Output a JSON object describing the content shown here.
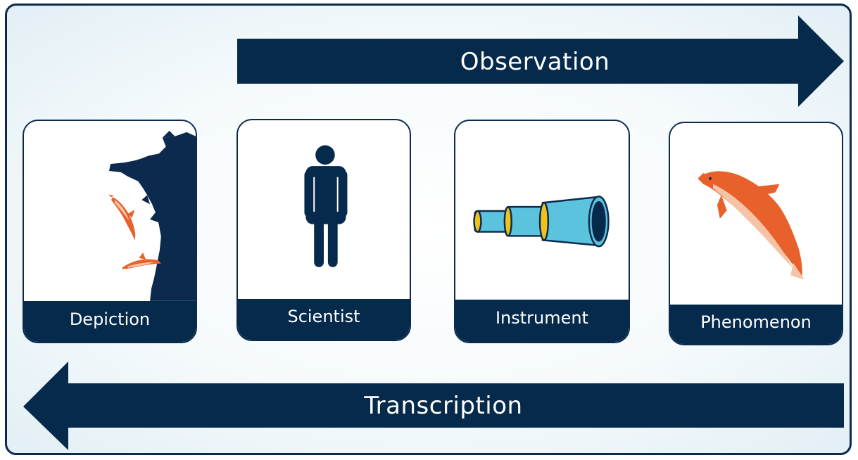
{
  "observation": {
    "label": "Observation"
  },
  "transcription": {
    "label": "Transcription"
  },
  "cards": [
    {
      "label": "Depiction"
    },
    {
      "label": "Scientist"
    },
    {
      "label": "Instrument"
    },
    {
      "label": "Phenomenon"
    }
  ],
  "colors": {
    "navy": "#062a4c",
    "dolphin_orange": "#e8612b",
    "telescope_blue": "#5cc3de",
    "telescope_gold": "#f0c21b"
  }
}
